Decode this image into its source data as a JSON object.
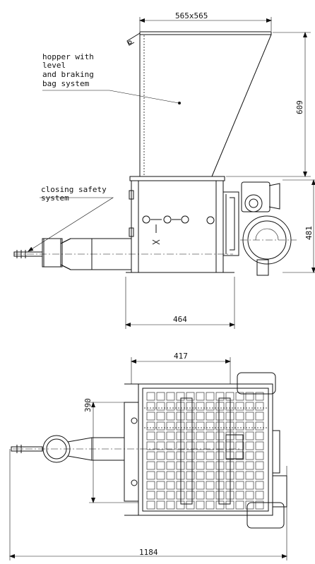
{
  "labels": {
    "hopper_line1": "hopper with",
    "hopper_line2": "level",
    "hopper_line3": "and braking",
    "hopper_line4": "bag system",
    "safety_line1": "closing safety",
    "safety_line2": "system"
  },
  "dimensions": {
    "top_square": "565x565",
    "hopper_height": "609",
    "body_height": "481",
    "body_width": "464",
    "top_view_width": "417",
    "top_view_offset": "390",
    "total_length": "1184"
  }
}
